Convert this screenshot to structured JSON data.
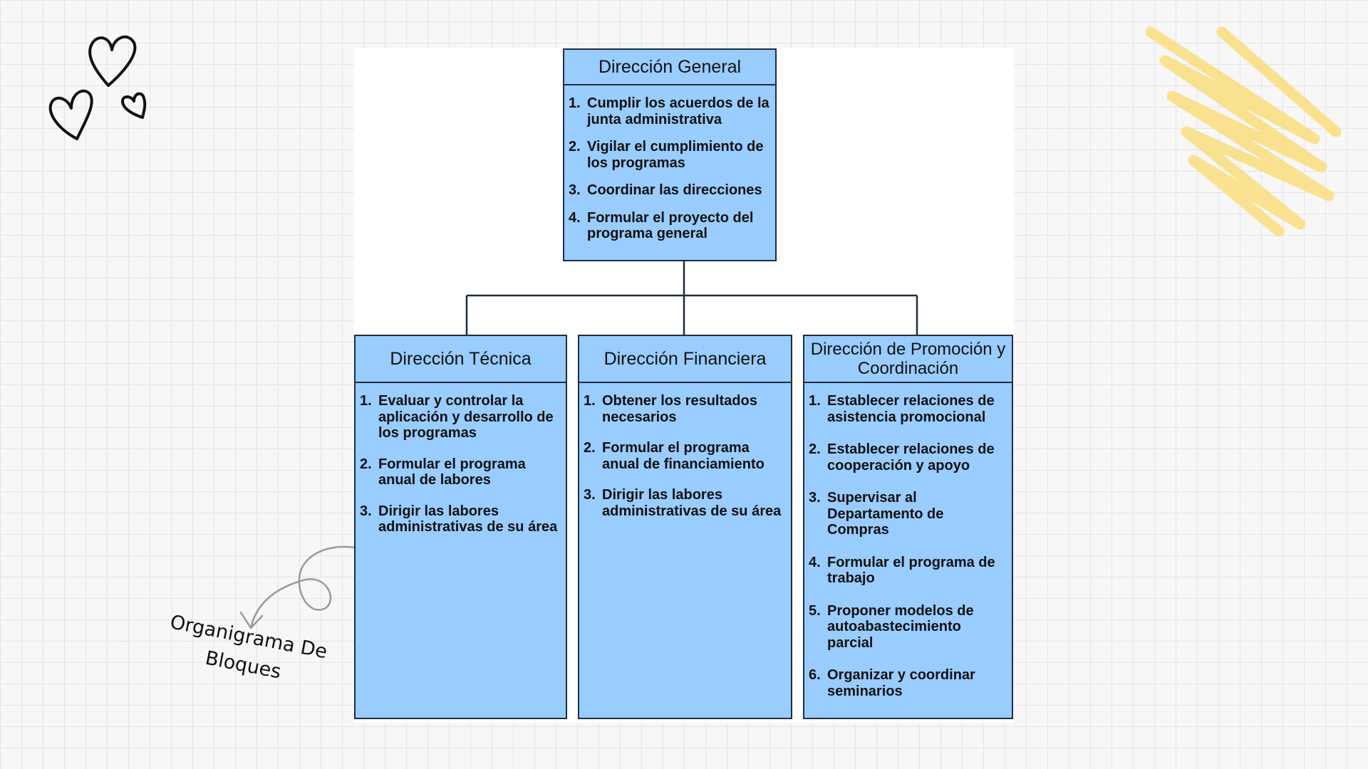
{
  "caption": [
    "Organigrama De",
    "Bloques"
  ],
  "colors": {
    "box_fill": "#99ccff",
    "box_border": "#1e2d3d",
    "accent_scribble": "#f9df84"
  },
  "icons": [
    "hearts-doodle-icon",
    "yellow-scribble-icon",
    "curly-arrow-icon"
  ],
  "general": {
    "title": "Dirección General",
    "items": [
      {
        "num": "1.",
        "text": "Cumplir los acuerdos de la junta administrativa"
      },
      {
        "num": "2.",
        "text": "Vigilar el cumplimiento de los programas"
      },
      {
        "num": "3.",
        "text": "Coordinar las direcciones"
      },
      {
        "num": "4.",
        "text": "Formular el proyecto del programa general"
      }
    ]
  },
  "tecnica": {
    "title": "Dirección Técnica",
    "items": [
      {
        "num": "1.",
        "text": "Evaluar y controlar la aplicación y desarrollo de los programas"
      },
      {
        "num": "2.",
        "text": "Formular el programa anual de labores"
      },
      {
        "num": "3.",
        "text": "Dirigir las labores administrativas de su área"
      }
    ]
  },
  "financiera": {
    "title": "Dirección Financiera",
    "items": [
      {
        "num": "1.",
        "text": "Obtener los resultados necesarios"
      },
      {
        "num": "2.",
        "text": "Formular el programa anual de financiamiento"
      },
      {
        "num": "3.",
        "text": "Dirigir las labores administrativas de su área"
      }
    ]
  },
  "promocion": {
    "title": "Dirección de Promoción y Coordinación",
    "items": [
      {
        "num": "1.",
        "text": "Establecer relaciones de asistencia promocional"
      },
      {
        "num": "2.",
        "text": "Establecer relaciones de cooperación y apoyo"
      },
      {
        "num": "3.",
        "text": "Supervisar al Departamento de Compras"
      },
      {
        "num": "4.",
        "text": "Formular el programa de trabajo"
      },
      {
        "num": "5.",
        "text": "Proponer modelos de autoabastecimiento parcial"
      },
      {
        "num": "6.",
        "text": "Organizar y coordinar seminarios"
      }
    ]
  }
}
